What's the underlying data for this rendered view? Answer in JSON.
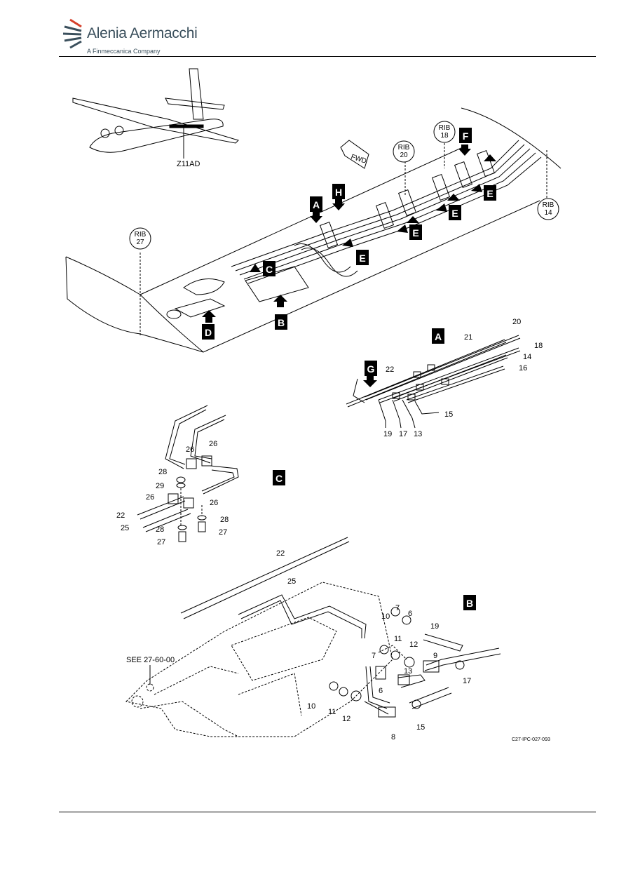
{
  "header": {
    "company": "Alenia Aermacchi",
    "subtitle": "A Finmeccanica Company"
  },
  "locator": "Z11AD",
  "fwd_label": "FWD",
  "ribs": {
    "r27": [
      "RIB",
      "27"
    ],
    "r20": [
      "RIB",
      "20"
    ],
    "r18": [
      "RIB",
      "18"
    ],
    "r14": [
      "RIB",
      "14"
    ]
  },
  "view_markers": [
    "A",
    "B",
    "C",
    "D",
    "E",
    "F",
    "G",
    "H"
  ],
  "view_a_callouts": [
    "20",
    "21",
    "18",
    "14",
    "16",
    "22",
    "15",
    "19",
    "17",
    "13"
  ],
  "view_c_callouts": [
    "26",
    "26",
    "28",
    "29",
    "26",
    "26",
    "22",
    "25",
    "28",
    "28",
    "27",
    "27"
  ],
  "view_b_callouts": [
    "22",
    "25",
    "7",
    "6",
    "10",
    "11",
    "19",
    "12",
    "7",
    "13",
    "9",
    "6",
    "17",
    "10",
    "11",
    "12",
    "15",
    "8"
  ],
  "see_ref": "SEE 27-60-00",
  "figure_id": "C27-IPC-027-093"
}
